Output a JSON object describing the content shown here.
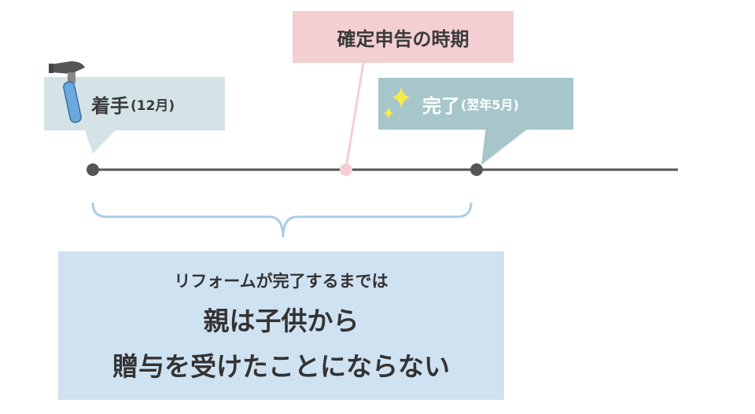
{
  "timeline": {
    "start": {
      "label": "着手",
      "sub": "(12月)"
    },
    "tax_filing": {
      "label": "確定申告の時期"
    },
    "end": {
      "label": "完了",
      "sub": "(翌年5月)"
    }
  },
  "note": {
    "line1": "リフォームが完了するまでは",
    "line2": "親は子供から",
    "line3": "贈与を受けたことにならない"
  },
  "icons": {
    "start": "hammer-icon",
    "end": "sparkle-icon"
  },
  "colors": {
    "start_label_bg": "#d4e3e6",
    "tax_label_bg": "#f3cfd2",
    "end_label_bg": "#a6c6cb",
    "note_bg": "#cfe2f2",
    "timeline_line": "#555555",
    "tax_marker": "#f3cfd2",
    "brace": "#a9cde6"
  }
}
